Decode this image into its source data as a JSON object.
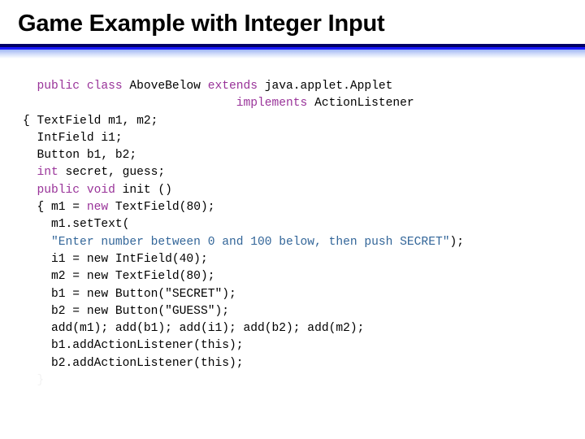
{
  "slide": {
    "title": "Game Example with Integer Input",
    "background_color": "#ffffff",
    "divider": {
      "dark_color": "#000066",
      "bright_color": "#1a1aff",
      "fade_color": "#9fb6f5"
    }
  },
  "code": {
    "language": "java",
    "colors": {
      "keyword": "#993399",
      "string": "#336699",
      "plain": "#000000"
    },
    "lines": [
      {
        "id": "line-1",
        "segments": [
          {
            "text": "  ",
            "kind": "plain"
          },
          {
            "text": "public class",
            "kind": "keyword"
          },
          {
            "text": " AboveBelow ",
            "kind": "plain"
          },
          {
            "text": "extends",
            "kind": "keyword"
          },
          {
            "text": " java.applet.Applet",
            "kind": "plain"
          }
        ]
      },
      {
        "id": "line-2",
        "segments": [
          {
            "text": "                              ",
            "kind": "plain"
          },
          {
            "text": "implements",
            "kind": "keyword"
          },
          {
            "text": " ActionListener",
            "kind": "plain"
          }
        ]
      },
      {
        "id": "line-3",
        "segments": [
          {
            "text": "{ TextField m1, m2;",
            "kind": "plain"
          }
        ]
      },
      {
        "id": "line-4",
        "segments": [
          {
            "text": "  IntField i1;",
            "kind": "plain"
          }
        ]
      },
      {
        "id": "line-5",
        "segments": [
          {
            "text": "  Button b1, b2;",
            "kind": "plain"
          }
        ]
      },
      {
        "id": "line-6",
        "segments": [
          {
            "text": "  ",
            "kind": "plain"
          },
          {
            "text": "int",
            "kind": "keyword"
          },
          {
            "text": " secret, guess;",
            "kind": "plain"
          }
        ]
      },
      {
        "id": "line-7",
        "segments": [
          {
            "text": "  ",
            "kind": "plain"
          },
          {
            "text": "public void",
            "kind": "keyword"
          },
          {
            "text": " init ()",
            "kind": "plain"
          }
        ]
      },
      {
        "id": "line-8",
        "segments": [
          {
            "text": "  { m1 = ",
            "kind": "plain"
          },
          {
            "text": "new",
            "kind": "keyword"
          },
          {
            "text": " TextField(80);",
            "kind": "plain"
          }
        ]
      },
      {
        "id": "line-9",
        "segments": [
          {
            "text": "    m1.setText(",
            "kind": "plain"
          }
        ]
      },
      {
        "id": "line-10",
        "segments": [
          {
            "text": "    ",
            "kind": "plain"
          },
          {
            "text": "\"Enter number between 0 and 100 below, then push SECRET\"",
            "kind": "string"
          },
          {
            "text": ");",
            "kind": "plain"
          }
        ]
      },
      {
        "id": "line-11",
        "segments": [
          {
            "text": "    i1 = new IntField(40);",
            "kind": "plain"
          }
        ]
      },
      {
        "id": "line-12",
        "segments": [
          {
            "text": "    m2 = new TextField(80);",
            "kind": "plain"
          }
        ]
      },
      {
        "id": "line-13",
        "segments": [
          {
            "text": "    b1 = new Button(\"SECRET\");",
            "kind": "plain"
          }
        ]
      },
      {
        "id": "line-14",
        "segments": [
          {
            "text": "    b2 = new Button(\"GUESS\");",
            "kind": "plain"
          }
        ]
      },
      {
        "id": "line-15",
        "segments": [
          {
            "text": "    add(m1); add(b1); add(i1); add(b2); add(m2);",
            "kind": "plain"
          }
        ]
      },
      {
        "id": "line-16",
        "segments": [
          {
            "text": "    b1.addActionListener(this);",
            "kind": "plain"
          }
        ]
      },
      {
        "id": "line-17",
        "segments": [
          {
            "text": "    b2.addActionListener(this);",
            "kind": "plain"
          }
        ]
      },
      {
        "id": "line-18",
        "segments": [
          {
            "text": "  }",
            "kind": "faint"
          }
        ]
      }
    ]
  }
}
